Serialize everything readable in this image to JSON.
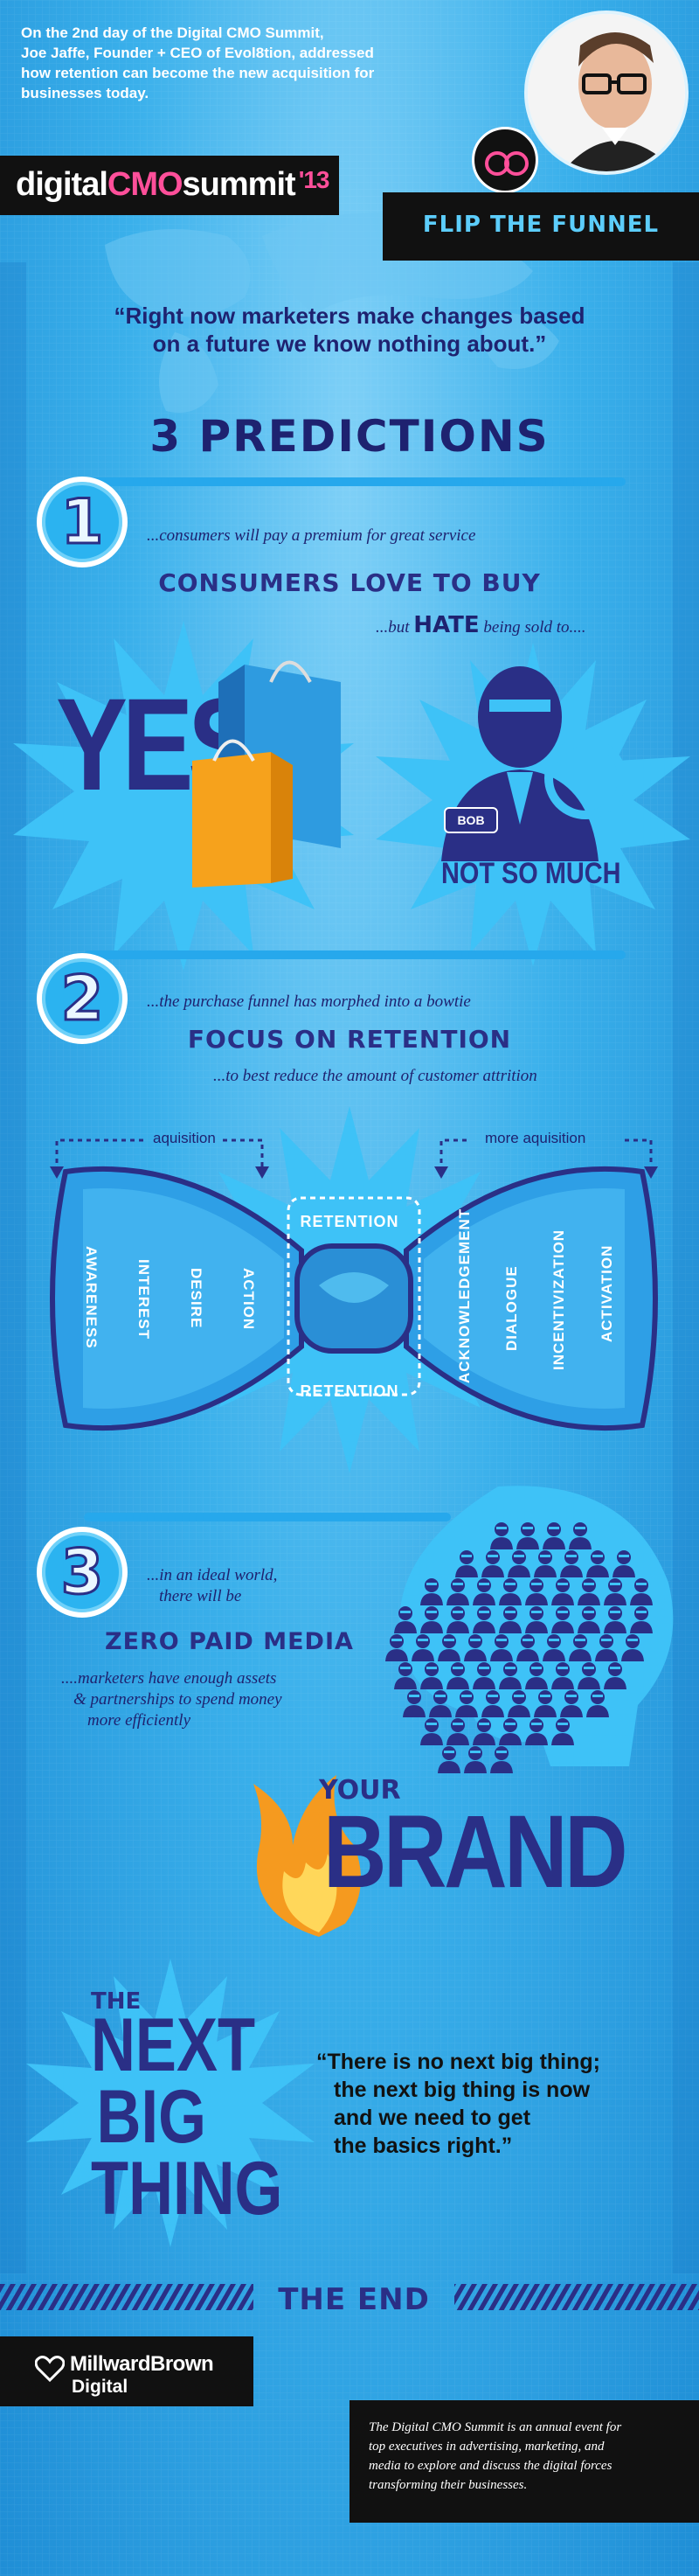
{
  "intro": {
    "lines": [
      "On the 2nd day of the Digital CMO Summit,",
      "Joe Jaffe, Founder + CEO of Evol8tion, addressed",
      "how retention can become the new acquisition for",
      "businesses today."
    ]
  },
  "logo": {
    "prefix": "digital",
    "cmo": "CMO",
    "suffix": "summit",
    "year": "'13"
  },
  "flip_funnel": "FLIP THE FUNNEL",
  "quote_top": [
    "“Right now marketers make changes based",
    "on a future we know nothing about.”"
  ],
  "predictions_title": "3 PREDICTIONS",
  "p1": {
    "number": "1",
    "line1": "...consumers will pay a premium for great service",
    "heading": "CONSUMERS LOVE TO BUY",
    "line2_pre": "...but ",
    "line2_hate": "HATE",
    "line2_post": " being sold to....",
    "yes": "YES!",
    "badge": "BOB",
    "not_so_much": "NOT SO MUCH"
  },
  "p2": {
    "number": "2",
    "line1": "...the purchase funnel has morphed into a bowtie",
    "heading": "FOCUS ON RETENTION",
    "line2": "...to best reduce the amount of customer attrition",
    "acq_left": "aquisition",
    "acq_right": "more aquisition",
    "retention_top": "RETENTION",
    "retention_bottom": "RETENTION",
    "left_stages": [
      "AWARENESS",
      "INTEREST",
      "DESIRE",
      "ACTION"
    ],
    "right_stages": [
      "ACKNOWLEDGEMENT",
      "DIALOGUE",
      "INCENTIVIZATION",
      "ACTIVATION"
    ]
  },
  "p3": {
    "number": "3",
    "line1a": "...in an ideal world,",
    "line1b": "there will be",
    "heading": "ZERO PAID MEDIA",
    "body": [
      "....marketers have enough assets",
      "& partnerships to spend money",
      "more efficiently"
    ],
    "your": "YOUR",
    "brand": "BRAND"
  },
  "next_big": {
    "the": "THE",
    "next": "NEXT",
    "big": "BIG",
    "thing": "THING",
    "quote": [
      "“There is no next big thing;",
      "the next big thing is now",
      "and we need to get",
      "the basics right.”"
    ]
  },
  "the_end": "THE END",
  "footer": {
    "brand_line1": "MillwardBrown",
    "brand_line2": "Digital",
    "description": [
      "The Digital CMO Summit is an annual event for",
      "top executives in advertising, marketing, and",
      "media to explore and discuss the digital forces",
      "transforming their businesses."
    ]
  },
  "colors": {
    "navy": "#2a2f86",
    "sky": "#3ab0eb",
    "light": "#6fd1f9",
    "black": "#111111",
    "pink": "#ff4f9a",
    "orange": "#f59a1f"
  }
}
